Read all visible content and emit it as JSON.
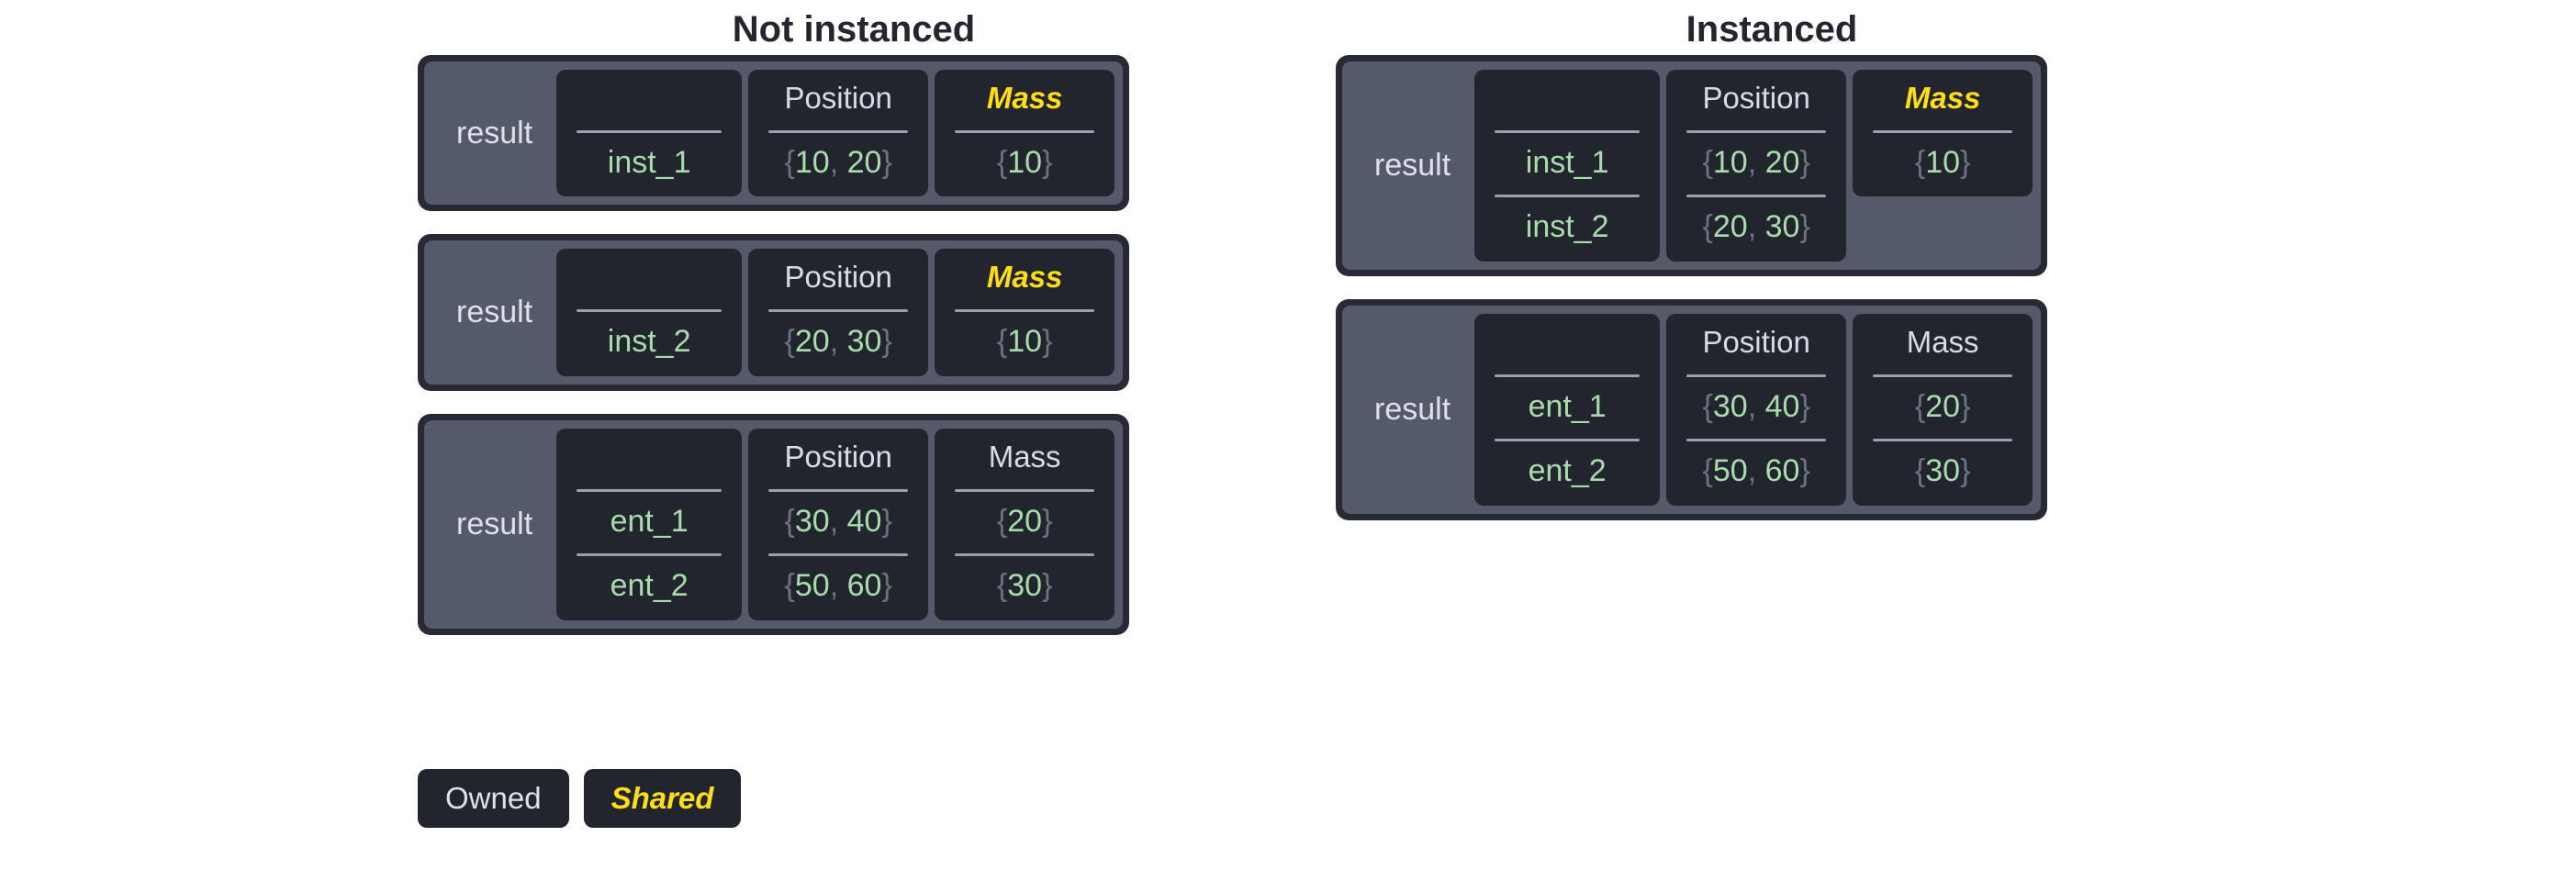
{
  "diagram": {
    "panels": [
      {
        "id": "not-instanced",
        "title": "Not instanced",
        "cards": [
          {
            "owner_label": "result",
            "columns": [
              {
                "header": "",
                "kind": "name",
                "ownership": "owned",
                "cells": [
                  "inst_1"
                ]
              },
              {
                "header": "Position",
                "kind": "value",
                "ownership": "owned",
                "cells": [
                  "{10, 20}"
                ]
              },
              {
                "header": "Mass",
                "kind": "value",
                "ownership": "shared",
                "cells": [
                  "{10}"
                ]
              }
            ]
          },
          {
            "owner_label": "result",
            "columns": [
              {
                "header": "",
                "kind": "name",
                "ownership": "owned",
                "cells": [
                  "inst_2"
                ]
              },
              {
                "header": "Position",
                "kind": "value",
                "ownership": "owned",
                "cells": [
                  "{20, 30}"
                ]
              },
              {
                "header": "Mass",
                "kind": "value",
                "ownership": "shared",
                "cells": [
                  "{10}"
                ]
              }
            ]
          },
          {
            "owner_label": "result",
            "columns": [
              {
                "header": "",
                "kind": "name",
                "ownership": "owned",
                "cells": [
                  "ent_1",
                  "ent_2"
                ]
              },
              {
                "header": "Position",
                "kind": "value",
                "ownership": "owned",
                "cells": [
                  "{30, 40}",
                  "{50, 60}"
                ]
              },
              {
                "header": "Mass",
                "kind": "value",
                "ownership": "owned",
                "cells": [
                  "{20}",
                  "{30}"
                ]
              }
            ]
          }
        ]
      },
      {
        "id": "instanced",
        "title": "Instanced",
        "cards": [
          {
            "owner_label": "result",
            "columns": [
              {
                "header": "",
                "kind": "name",
                "ownership": "owned",
                "cells": [
                  "inst_1",
                  "inst_2"
                ]
              },
              {
                "header": "Position",
                "kind": "value",
                "ownership": "owned",
                "cells": [
                  "{10, 20}",
                  "{20, 30}"
                ]
              },
              {
                "header": "Mass",
                "kind": "value",
                "ownership": "shared",
                "cells": [
                  "{10}"
                ]
              }
            ]
          },
          {
            "owner_label": "result",
            "columns": [
              {
                "header": "",
                "kind": "name",
                "ownership": "owned",
                "cells": [
                  "ent_1",
                  "ent_2"
                ]
              },
              {
                "header": "Position",
                "kind": "value",
                "ownership": "owned",
                "cells": [
                  "{30, 40}",
                  "{50, 60}"
                ]
              },
              {
                "header": "Mass",
                "kind": "value",
                "ownership": "owned",
                "cells": [
                  "{20}",
                  "{30}"
                ]
              }
            ]
          }
        ]
      }
    ],
    "legend": [
      {
        "label": "Owned",
        "ownership": "owned"
      },
      {
        "label": "Shared",
        "ownership": "shared"
      }
    ],
    "colors": {
      "page_background": "#ffffff",
      "title_text": "#23262f",
      "card_border": "#272a35",
      "card_surface": "#545a6a",
      "field_surface": "#22252e",
      "owned_text": "#d8dce5",
      "shared_text": "#ffde17",
      "value_text": "#a8dcab",
      "brace_text": "#6b7280",
      "rule": "#9aa1ad"
    }
  }
}
